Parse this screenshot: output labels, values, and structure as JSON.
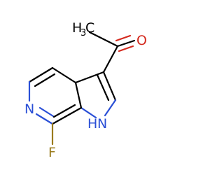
{
  "molecule": {
    "labels": {
      "methyl_c": "H",
      "methyl_sub": "3",
      "methyl_c2": "C",
      "oxygen": "O",
      "pyridine_n": "N",
      "fluorine": "F",
      "nh_h": "H",
      "nh_n": "N"
    },
    "colors": {
      "carbon": "#000000",
      "oxygen": "#d42a1f",
      "nitrogen": "#2a4fd6",
      "fluorine": "#9a7b1c"
    }
  }
}
